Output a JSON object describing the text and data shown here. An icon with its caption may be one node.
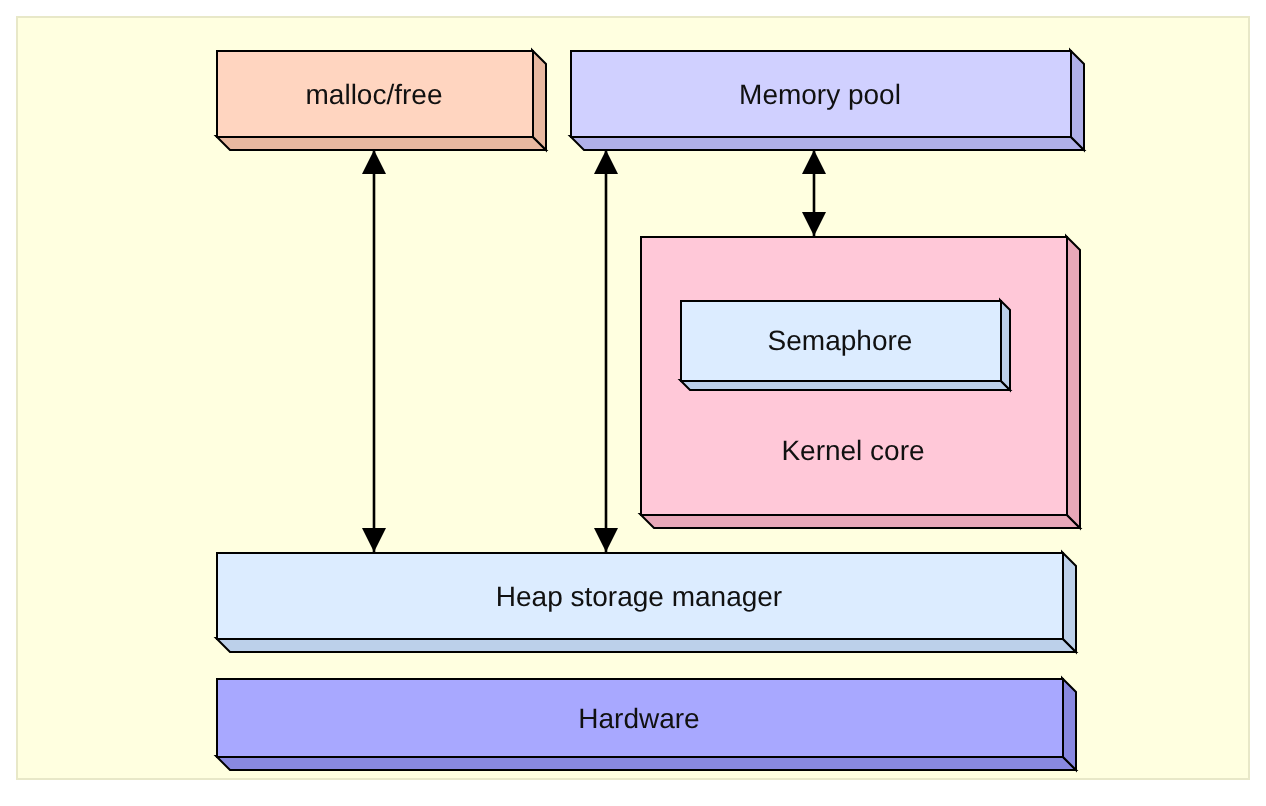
{
  "diagram": {
    "nodes": [
      {
        "text": [
          "malloc/free"
        ]
      },
      {
        "text": [
          "Memory pool"
        ]
      },
      {
        "text": [
          "Kernel core"
        ]
      },
      {
        "text": [
          "Semaphore"
        ],
        "in": 2
      },
      {
        "text": [
          "Heap storage manager"
        ]
      },
      {
        "text": [
          "Hardware"
        ]
      }
    ],
    "edges": [
      {
        "from": 0,
        "to": 4,
        "arrow": "both"
      },
      {
        "from": 1,
        "to": 4,
        "arrow": "both"
      },
      {
        "from": 1,
        "to": 2,
        "arrow": "both"
      }
    ]
  }
}
